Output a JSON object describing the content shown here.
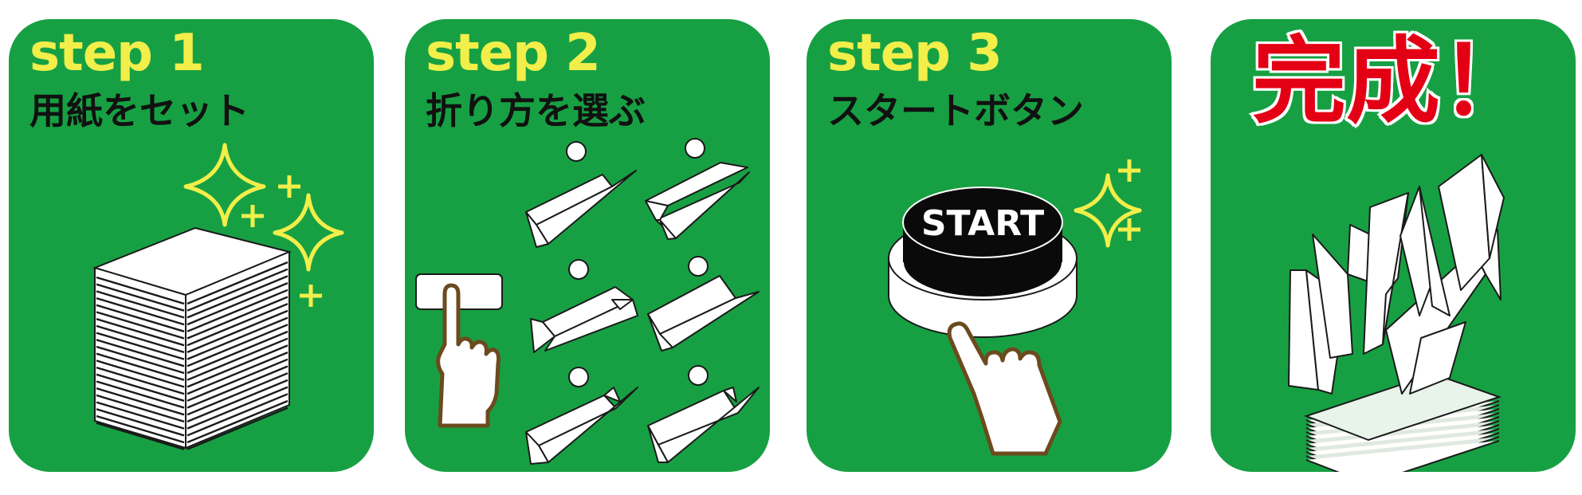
{
  "colors": {
    "panel": "#17a043",
    "step_text": "#f2ee4a",
    "sparkle": "#f2ee4a",
    "done_text": "#e40014"
  },
  "panels": [
    {
      "step": "step 1",
      "text": "用紙をセット"
    },
    {
      "step": "step 2",
      "text": "折り方を選ぶ"
    },
    {
      "step": "step 3",
      "text": "スタートボタン",
      "button_label": "START"
    },
    {
      "text": "完成！"
    }
  ]
}
